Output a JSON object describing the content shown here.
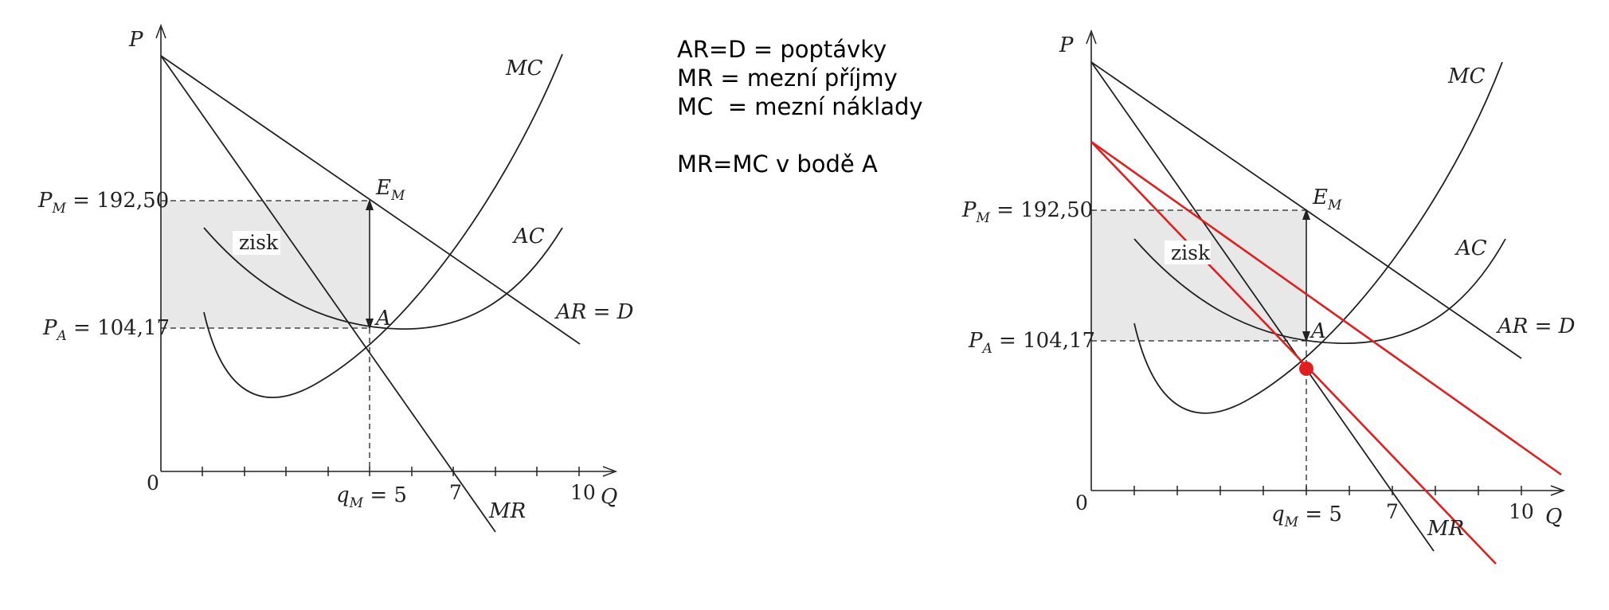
{
  "legend": {
    "lines": [
      "AR=D = poptávky",
      "MR = mezní příjmy",
      "MC  = mezní náklady",
      "",
      "MR=MC v bodě A"
    ]
  },
  "labels": {
    "p_axis": "P",
    "q_axis": "Q",
    "origin": "0",
    "mc": "MC",
    "ac": "AC",
    "ar": "AR = D",
    "mr": "MR",
    "em_main": "E",
    "em_sub": "M",
    "point_a": "A",
    "zisk": "zisk",
    "pm_main": "P",
    "pm_sub": "M",
    "pm_value": " = 192,50",
    "pa_main": "P",
    "pa_sub": "A",
    "pa_value": " = 104,17",
    "qm_main": "q",
    "qm_sub": "M",
    "qm_value": " = 5",
    "tick_7": "7",
    "tick_10": "10"
  },
  "colors": {
    "curve": "#222222",
    "shade": "#e8e8e8",
    "highlight": "#e02020"
  }
}
